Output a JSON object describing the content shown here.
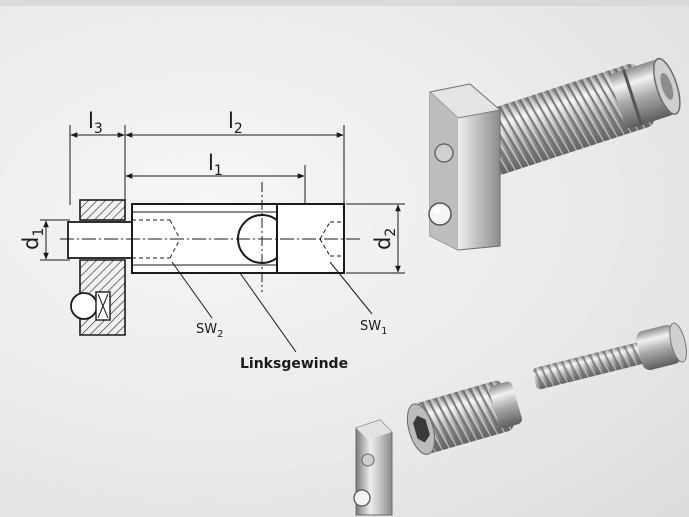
{
  "labels": {
    "l3": {
      "base": "l",
      "sub": "3"
    },
    "l2": {
      "base": "l",
      "sub": "2"
    },
    "l1": {
      "base": "l",
      "sub": "1"
    },
    "d1": {
      "base": "d",
      "sub": "1"
    },
    "d2": {
      "base": "d",
      "sub": "2"
    },
    "sw2": {
      "base": "SW",
      "sub": "2"
    },
    "sw1": {
      "base": "SW",
      "sub": "1"
    },
    "thread": "Linksgewinde"
  },
  "colors": {
    "line": "#1a1a1a",
    "metal_light": "#e6e6e6",
    "metal_mid": "#b8b8b8",
    "metal_dark": "#6f6f6f"
  }
}
